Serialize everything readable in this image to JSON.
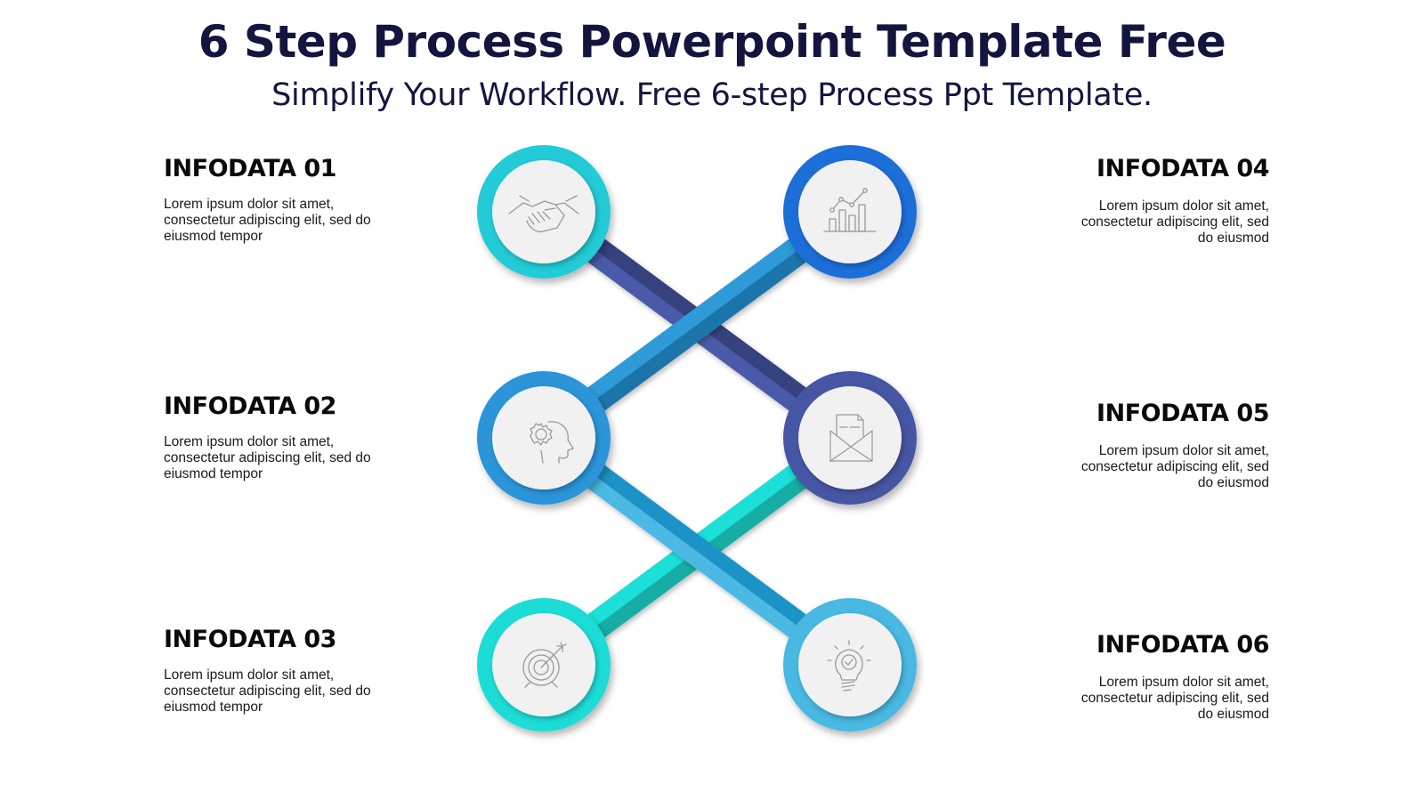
{
  "header": {
    "title": "6 Step Process Powerpoint Template Free",
    "subtitle": "Simplify Your Workflow. Free 6-step Process Ppt Template."
  },
  "steps": [
    {
      "id": "01",
      "heading": "INFODATA 01",
      "text": "Lorem ipsum dolor sit amet,\nconsectetur adipiscing elit, sed do\neiusmod tempor",
      "icon": "handshake-icon",
      "ring_color": "#22cbd6",
      "side": "left"
    },
    {
      "id": "02",
      "heading": "INFODATA 02",
      "text": "Lorem ipsum dolor sit amet,\nconsectetur adipiscing elit, sed do\neiusmod tempor",
      "icon": "head-gear-icon",
      "ring_color": "#2a95d8",
      "side": "left"
    },
    {
      "id": "03",
      "heading": "INFODATA 03",
      "text": "Lorem ipsum dolor sit amet,\nconsectetur adipiscing elit, sed do\neiusmod tempor",
      "icon": "target-icon",
      "ring_color": "#1fdcd6",
      "side": "left"
    },
    {
      "id": "04",
      "heading": "INFODATA 04",
      "text": "Lorem ipsum dolor sit amet,\nconsectetur adipiscing elit, sed\ndo eiusmod",
      "icon": "bar-chart-icon",
      "ring_color": "#1f6ed8",
      "side": "right"
    },
    {
      "id": "05",
      "heading": "INFODATA 05",
      "text": "Lorem ipsum dolor sit amet,\nconsectetur adipiscing elit, sed\ndo eiusmod",
      "icon": "envelope-letter-icon",
      "ring_color": "#4656a4",
      "side": "right"
    },
    {
      "id": "06",
      "heading": "INFODATA 06",
      "text": "Lorem ipsum dolor sit amet,\nconsectetur adipiscing elit, sed\ndo eiusmod",
      "icon": "lightbulb-check-icon",
      "ring_color": "#49b8e2",
      "side": "right"
    }
  ],
  "connectors": [
    {
      "from": "01",
      "to": "05",
      "light": "#4a5aa8",
      "dark": "#34437e"
    },
    {
      "from": "02",
      "to": "04",
      "light": "#2e9ad8",
      "dark": "#1d74aa"
    },
    {
      "from": "02",
      "to": "06",
      "light": "#4bb9e4",
      "dark": "#1e93c6"
    },
    {
      "from": "03",
      "to": "05",
      "light": "#1fe0d8",
      "dark": "#16aea4"
    }
  ],
  "colors": {
    "title": "#12163f",
    "heading": "#0a0a0a",
    "circle_face": "#f1f1f2",
    "icon_stroke": "#9a9a9a"
  }
}
